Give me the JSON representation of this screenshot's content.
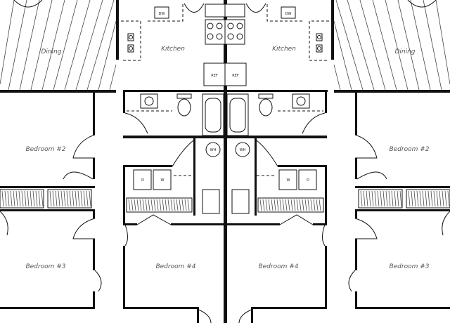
{
  "rooms": {
    "dining": "Dining",
    "kitchen": "Kitchen",
    "bedroom2": "Bedroom #2",
    "bedroom3": "Bedroom #3",
    "bedroom4": "Bedroom #4"
  },
  "fixtures": {
    "dishwasher": "DW",
    "refrigerator": "REF",
    "water_heater": "WH",
    "washer": "W",
    "dryer": "D"
  }
}
